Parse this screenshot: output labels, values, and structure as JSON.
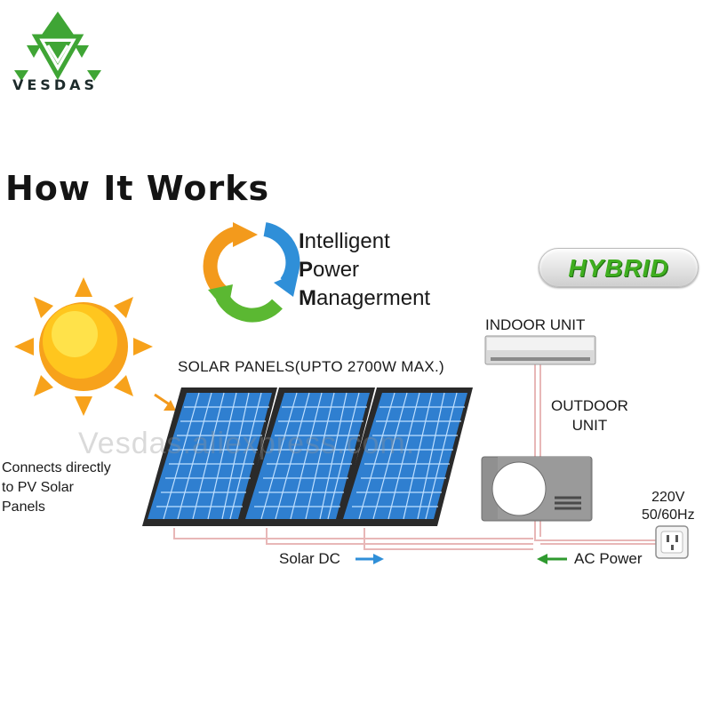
{
  "brand": {
    "name": "VESDAS",
    "colors": {
      "green": "#3fa535",
      "dark": "#1d2b2b"
    }
  },
  "title": "How It Works",
  "intelligent_power": {
    "line1_cap": "I",
    "line1_rest": "ntelligent",
    "line2_cap": "P",
    "line2_rest": "ower",
    "line3_cap": "M",
    "line3_rest": "anagerment",
    "arrow_colors": [
      "#f39a1c",
      "#2f8fd8",
      "#5bb832"
    ]
  },
  "hybrid_badge": "HYBRID",
  "labels": {
    "indoor_unit": "INDOOR UNIT",
    "outdoor_unit_line1": "OUTDOOR",
    "outdoor_unit_line2": "UNIT",
    "solar_panels": "SOLAR PANELS(UPTO  2700W  MAX.)",
    "connects_line1": "Connects directly",
    "connects_line2": "to PV Solar",
    "connects_line3": "Panels",
    "voltage_line1": "220V",
    "voltage_line2": "50/60Hz",
    "solar_dc": "Solar DC",
    "ac_power": "AC Power"
  },
  "watermark": "Vesdas.aliexpress.com.",
  "colors": {
    "sun": "#f7a21b",
    "sun_core": "#ffd21f",
    "panel_blue": "#2f7fd0",
    "panel_frame": "#2a2a2a",
    "wire": "#e8b7b7",
    "dc_arrow": "#2f8fd8",
    "ac_arrow": "#2f9a2f",
    "unit_gray": "#8f8f8f"
  }
}
